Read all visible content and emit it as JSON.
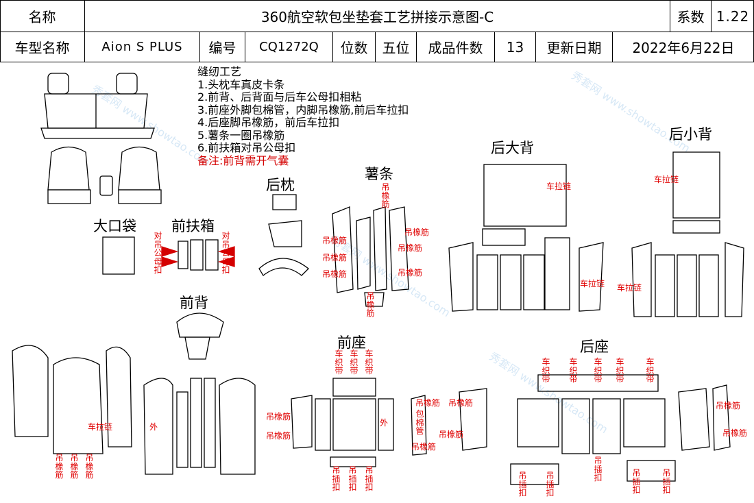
{
  "header": {
    "name_label": "名称",
    "title": "360航空软包坐垫套工艺拼接示意图-C",
    "coef_label": "系数",
    "coef_value": "1.22",
    "model_label": "车型名称",
    "model_value": "Aion S PLUS",
    "code_label": "编号",
    "code_value": "CQ1272Q",
    "seats_label": "位数",
    "seats_value": "五位",
    "pieces_label": "成品件数",
    "pieces_value": "13",
    "date_label": "更新日期",
    "date_value": "2022年6月22日"
  },
  "notes": {
    "title": "缝纫工艺",
    "items": [
      "1.头枕车真皮卡条",
      "2.前背、后背面与后车公母扣相粘",
      "3.前座外脚包棉管，内脚吊橡筋,前后车拉扣",
      "4.后座脚吊橡筋，前后车拉扣",
      "5.薯条一圈吊橡筋",
      "6.前扶箱对吊公母扣"
    ],
    "remark": "备注:前背需开气囊"
  },
  "parts": {
    "bag": "大口袋",
    "armrest": "前扶箱",
    "headrest": "后枕",
    "fries": "薯条",
    "rear_big_back": "后大背",
    "rear_small_back": "后小背",
    "front_back": "前背",
    "front_seat": "前座",
    "rear_seat": "后座"
  },
  "marks": {
    "hang_rubber": "吊橡筋",
    "hang_buckle": "对吊公母扣",
    "car_zip": "车拉链",
    "outer": "外",
    "car_webbing": "车织带",
    "hang_insert": "吊插扣",
    "wrap_cotton": "包棉管"
  },
  "watermark": "秀套网 www.showtao.com"
}
